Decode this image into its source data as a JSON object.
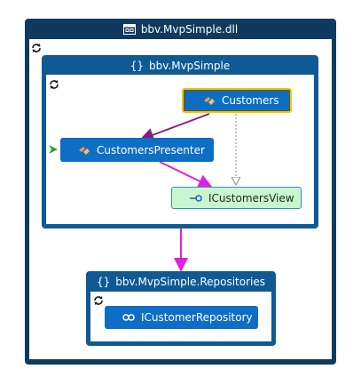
{
  "assembly": {
    "title": "bbv.MvpSimple.dll"
  },
  "namespaces": [
    {
      "title": "bbv.MvpSimple"
    },
    {
      "title": "bbv.MvpSimple.Repositories"
    }
  ],
  "nodes": {
    "customers": {
      "label": "Customers",
      "icon": "class-icon",
      "selected": true
    },
    "presenter": {
      "label": "CustomersPresenter",
      "icon": "class-icon",
      "entry_marker": "entry-arrow-icon"
    },
    "view": {
      "label": "ICustomersView",
      "icon": "interface-icon"
    },
    "repository": {
      "label": "ICustomerRepository",
      "icon": "interface-icon"
    }
  },
  "colors": {
    "assembly_frame": "#0e3a60",
    "namespace_frame": "#0f5a94",
    "class_node": "#0e6ec4",
    "interface_node": "#c9f5cf",
    "selection_outline": "#f2c50b",
    "dependency_link": "#e020e0",
    "call_link": "#8a1a8a",
    "implements_link": "#888888"
  }
}
